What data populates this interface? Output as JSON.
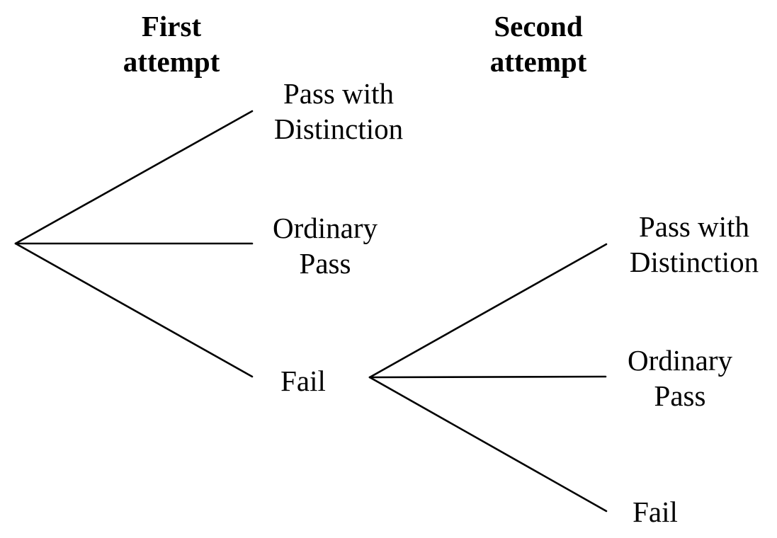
{
  "diagram": {
    "first_attempt": {
      "header_line1": "First",
      "header_line2": "attempt",
      "outcomes": [
        {
          "line1": "Pass with",
          "line2": "Distinction"
        },
        {
          "line1": "Ordinary",
          "line2": "Pass"
        },
        {
          "line1": "Fail"
        }
      ]
    },
    "second_attempt": {
      "header_line1": "Second",
      "header_line2": "attempt",
      "outcomes": [
        {
          "line1": "Pass with",
          "line2": "Distinction"
        },
        {
          "line1": "Ordinary",
          "line2": "Pass"
        },
        {
          "line1": "Fail"
        }
      ]
    },
    "colors": {
      "line": "#000000",
      "text": "#000000",
      "background": "#ffffff"
    }
  }
}
